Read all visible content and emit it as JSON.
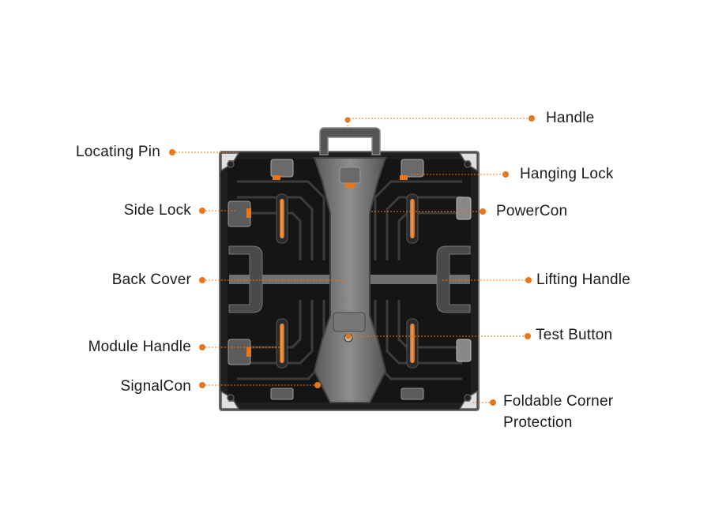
{
  "accent_color": "#e8761a",
  "labels": {
    "handle": "Handle",
    "locating_pin": "Locating Pin",
    "hanging_lock": "Hanging Lock",
    "side_lock": "Side Lock",
    "powercon": "PowerCon",
    "back_cover": "Back Cover",
    "lifting_handle": "Lifting Handle",
    "module_handle": "Module Handle",
    "test_button": "Test Button",
    "signalcon": "SignalCon",
    "foldable_corner_line1": "Foldable Corner",
    "foldable_corner_line2": "Protection"
  }
}
